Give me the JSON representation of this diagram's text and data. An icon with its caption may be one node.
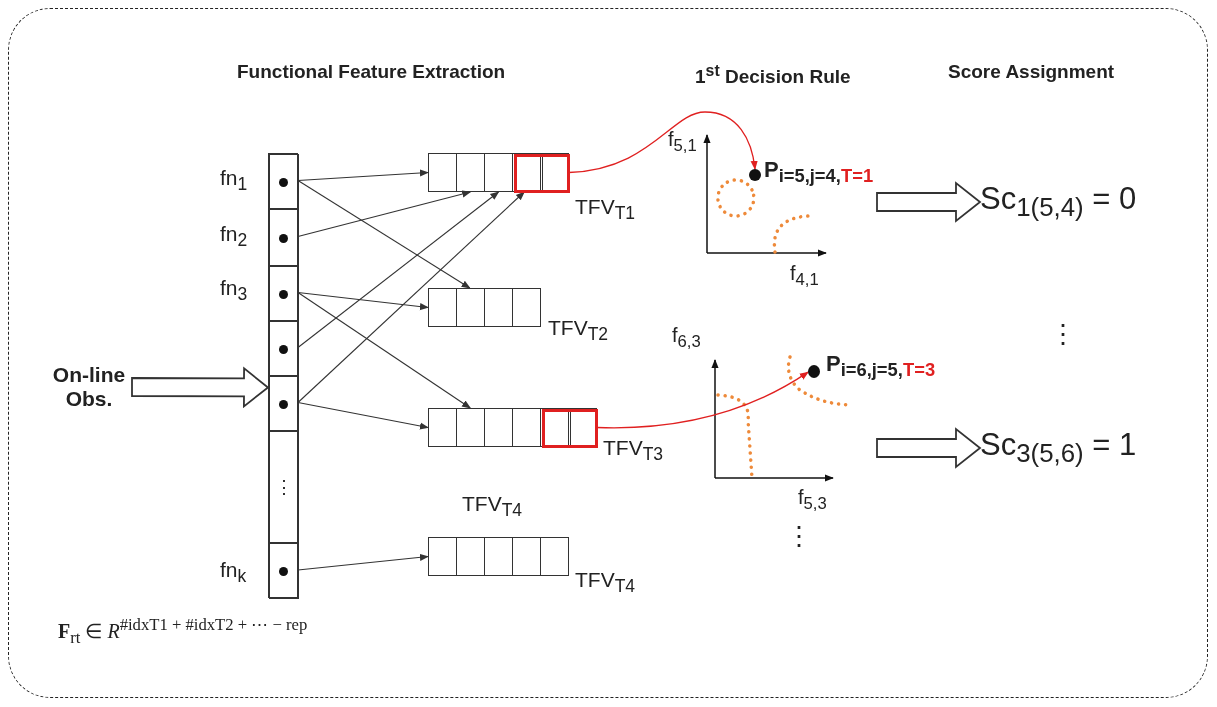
{
  "diagram": {
    "nodes": [
      {
        "text": [
          "On-line Obs."
        ]
      },
      {
        "text": [],
        "shape": "bar"
      },
      {
        "text": [],
        "shape": "box",
        "in": 1,
        "beside": [
          "fn$_{1}$"
        ]
      },
      {
        "text": [],
        "shape": "box",
        "in": 1,
        "beside": [
          "fn$_{2}$"
        ]
      },
      {
        "text": [],
        "shape": "box",
        "in": 1,
        "beside": [
          "fn$_{3}$"
        ]
      },
      {
        "text": [],
        "shape": "box",
        "in": 1
      },
      {
        "text": [],
        "shape": "box",
        "in": 1
      },
      {
        "text": [
          "⋮"
        ],
        "in": 1
      },
      {
        "text": [],
        "shape": "box",
        "in": 1,
        "beside": [
          "fn$_{k}$"
        ]
      },
      {
        "text": [],
        "shape": "box",
        "beside": [
          "TFV$_{T1}$"
        ]
      },
      {
        "text": [],
        "shape": "box",
        "in": 9
      },
      {
        "text": [],
        "shape": "box",
        "beside": [
          "TFV$_{T2}$"
        ]
      },
      {
        "text": [],
        "shape": "box",
        "beside": [
          "TFV$_{T3}$"
        ]
      },
      {
        "text": [],
        "shape": "box",
        "in": 12
      },
      {
        "text": [],
        "shape": "box",
        "beside": [
          "TFV$_{T4}$",
          "TFV$_{T4}$"
        ]
      },
      {
        "text": [],
        "shape": "circle",
        "beside": [
          "P$_{i=5,j=4,}$",
          "$_{T=1}$"
        ]
      },
      {
        "text": [],
        "shape": "circle",
        "beside": [
          "P$_{i=6,j=5,}$",
          "$_{T=3}$"
        ]
      },
      {
        "text": [
          "Sc$_{1(5,4)}$ = 0"
        ]
      },
      {
        "text": [
          "Sc$_{3(5,6)}$ = 1"
        ]
      }
    ],
    "edges": [
      {
        "from": 0,
        "to": 1,
        "arrow": "to",
        "style": "thick"
      },
      {
        "from": 2,
        "to": 9,
        "arrow": "to"
      },
      {
        "from": 2,
        "to": 11,
        "arrow": "to"
      },
      {
        "from": 3,
        "to": 9,
        "arrow": "to"
      },
      {
        "from": 4,
        "to": 11,
        "arrow": "to"
      },
      {
        "from": 4,
        "to": 12,
        "arrow": "to"
      },
      {
        "from": 5,
        "to": 9,
        "arrow": "to"
      },
      {
        "from": 6,
        "to": 10,
        "arrow": "to"
      },
      {
        "from": 6,
        "to": 12,
        "arrow": "to"
      },
      {
        "from": 8,
        "to": 14,
        "arrow": "to"
      },
      {
        "from": 10,
        "to": 15,
        "arrow": "to",
        "color": "#e02020"
      },
      {
        "from": 13,
        "to": 16,
        "arrow": "to",
        "color": "#e02020"
      },
      {
        "from": null,
        "to": 17,
        "arrow": "to",
        "style": "thick"
      },
      {
        "from": null,
        "to": 18,
        "arrow": "to",
        "style": "thick"
      }
    ],
    "labels": [
      "Functional Feature Extraction",
      "1$^{st}$ Decision Rule",
      "Score Assignment",
      "f$_{5,1}$",
      "f$_{4,1}$",
      "f$_{6,3}$",
      "⋮",
      "f$_{5,3}$",
      "⋮",
      "**F**$_{rt}$ ∈ *R*$^{#idxT1 + #idxT2 + ⋯ − rep}$"
    ]
  }
}
